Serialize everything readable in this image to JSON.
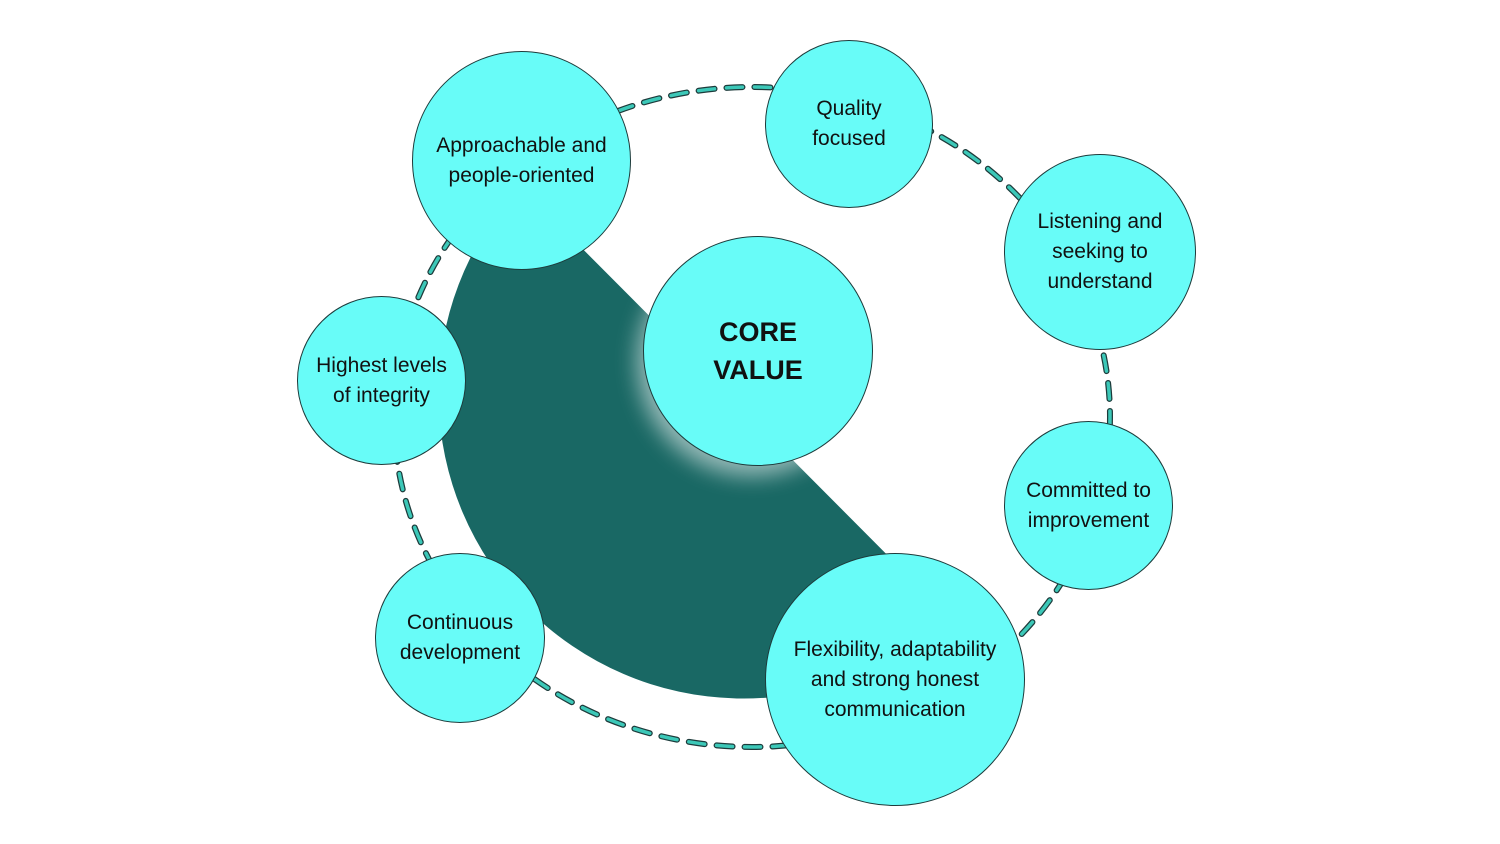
{
  "colors": {
    "bubble": "#68fcf8",
    "arc": "#196864",
    "dash": "#3cc8b8"
  },
  "core": {
    "label": "CORE\nVALUE"
  },
  "values": [
    {
      "id": "approachable",
      "label": "Approachable and\npeople-oriented"
    },
    {
      "id": "quality",
      "label": "Quality\nfocused"
    },
    {
      "id": "listening",
      "label": "Listening and\nseeking to\nunderstand"
    },
    {
      "id": "committed",
      "label": "Committed to\nimprovement"
    },
    {
      "id": "flexibility",
      "label": "Flexibility, adaptability\nand strong honest\ncommunication"
    },
    {
      "id": "continuous",
      "label": "Continuous\ndevelopment"
    },
    {
      "id": "integrity",
      "label": "Highest levels\nof integrity"
    }
  ]
}
